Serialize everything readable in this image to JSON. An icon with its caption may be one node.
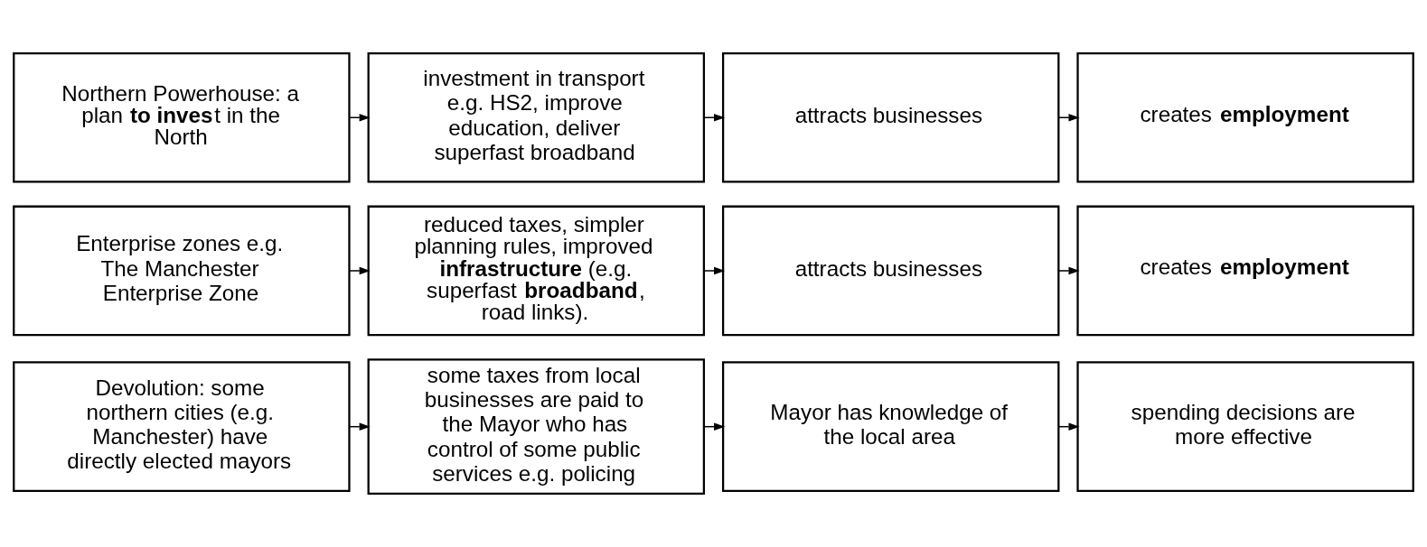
{
  "diagram": {
    "nodes": [
      {
        "text": [
          "Devolution: some northern cities (e.g. Manchester) have directly elected mayors"
        ]
      },
      {
        "text": [
          "some taxes from local businesses are paid to the Mayor who has control of some public services e.g. policing"
        ]
      },
      {
        "text": [
          "Mayor has knowledge of the local area"
        ]
      },
      {
        "text": [
          "spending decisions are more effective"
        ]
      },
      {
        "text": [
          "Enterprise zones e.g. The Manchester Enterprise Zone"
        ]
      },
      {
        "text": [
          "reduced taxes, simpler planning rules, improved **infrastructure** (e.g. superfast **broadband**, road links)."
        ]
      },
      {
        "text": [
          "attracts businesses"
        ]
      },
      {
        "text": [
          "creates **employment**"
        ]
      },
      {
        "text": [
          "Northern Powerhouse: a plan **to inves**t in the North"
        ]
      },
      {
        "text": [
          "investment in transport e.g. HS2, improve education, deliver superfast broadband"
        ]
      },
      {
        "text": [
          "attracts businesses"
        ]
      },
      {
        "text": [
          "creates **employment**"
        ]
      }
    ],
    "edges": [
      {
        "from": 0,
        "to": 1,
        "arrow": "to"
      },
      {
        "from": 1,
        "to": 2,
        "arrow": "to"
      },
      {
        "from": 2,
        "to": 3,
        "arrow": "to"
      },
      {
        "from": 4,
        "to": 5,
        "arrow": "to"
      },
      {
        "from": 5,
        "to": 6,
        "arrow": "to"
      },
      {
        "from": 6,
        "to": 7,
        "arrow": "to"
      },
      {
        "from": 8,
        "to": 9,
        "arrow": "to"
      },
      {
        "from": 9,
        "to": 10,
        "arrow": "to"
      },
      {
        "from": 10,
        "to": 11,
        "arrow": "to"
      }
    ]
  }
}
